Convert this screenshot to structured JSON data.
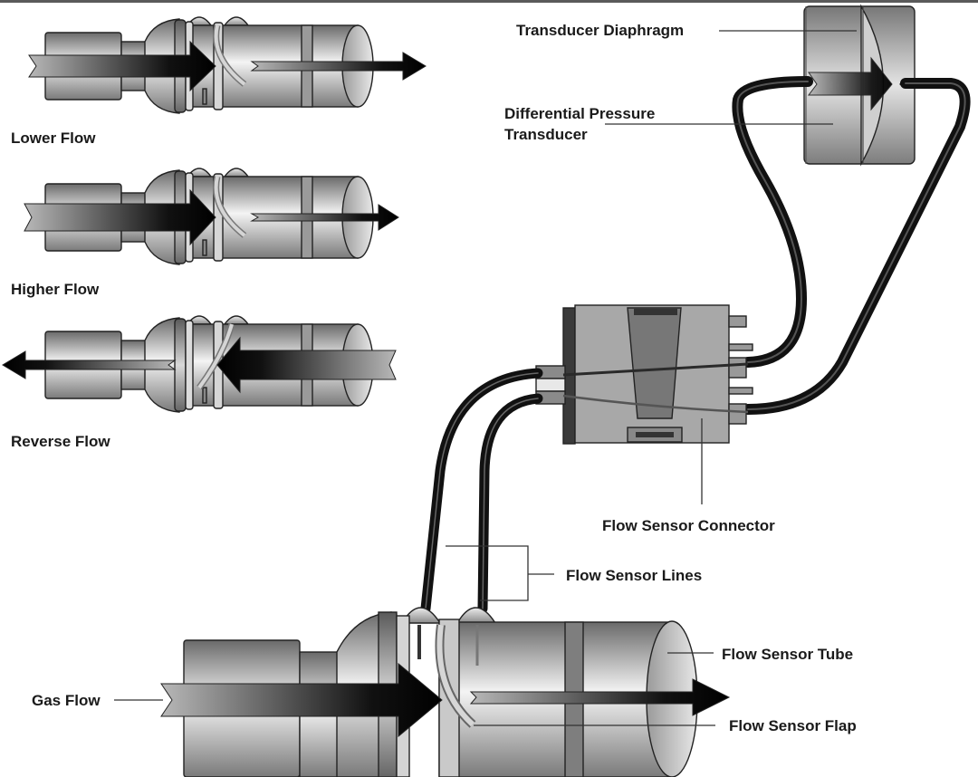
{
  "diagram": {
    "title": "Flow sensor operating principle",
    "small_sensors": [
      {
        "id": "lower",
        "label": "Lower Flow",
        "direction": "forward"
      },
      {
        "id": "higher",
        "label": "Higher Flow",
        "direction": "forward"
      },
      {
        "id": "reverse",
        "label": "Reverse Flow",
        "direction": "reverse"
      }
    ],
    "labels": {
      "transducer_diaphragm": "Transducer Diaphragm",
      "differential_pressure_line1": "Differential Pressure",
      "differential_pressure_line2": "Transducer",
      "flow_sensor_connector": "Flow Sensor Connector",
      "flow_sensor_lines": "Flow Sensor Lines",
      "flow_sensor_tube": "Flow Sensor Tube",
      "flow_sensor_flap": "Flow Sensor Flap",
      "gas_flow": "Gas Flow"
    },
    "colors": {
      "metal_dark": "#6e6e6e",
      "metal_light": "#f2f2f2",
      "arrow_dark": "#0a0a0a",
      "arrow_light": "#b5b5b5",
      "tube_line": "#141414",
      "connector_body": "#a9a9a9"
    }
  }
}
